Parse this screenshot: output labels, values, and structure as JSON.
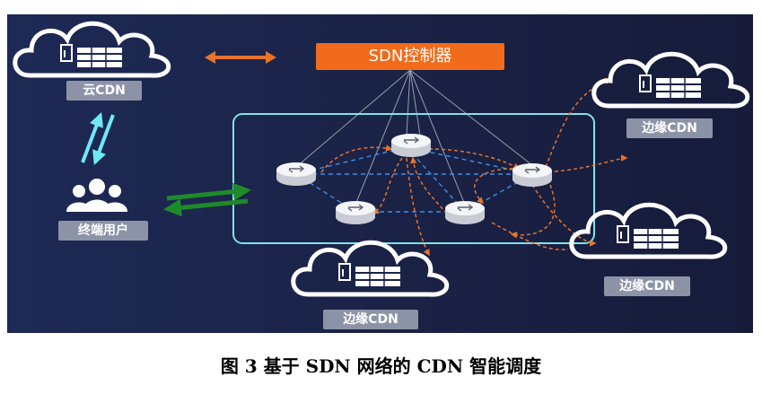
{
  "controller": {
    "label": "SDN控制器"
  },
  "nodes": {
    "cloud_cdn": "云CDN",
    "end_users": "终端用户",
    "edge_cdn_top_right": "边缘CDN",
    "edge_cdn_bottom_right": "边缘CDN",
    "edge_cdn_bottom": "边缘CDN"
  },
  "caption": "图 3  基于 SDN 网络的 CDN 智能调度",
  "colors": {
    "background": "#1b2348",
    "controller": "#f26b1a",
    "network_border": "#7fe3ec",
    "dashed_orange": "#e8732c",
    "dashed_blue": "#3f8fe0",
    "user_arrows": "#6fe8f5",
    "green_arrows": "#1f8a2a",
    "label_box": "#8c93a6"
  },
  "icons": [
    "cloud-icon",
    "server-icon",
    "router-icon",
    "users-icon"
  ]
}
